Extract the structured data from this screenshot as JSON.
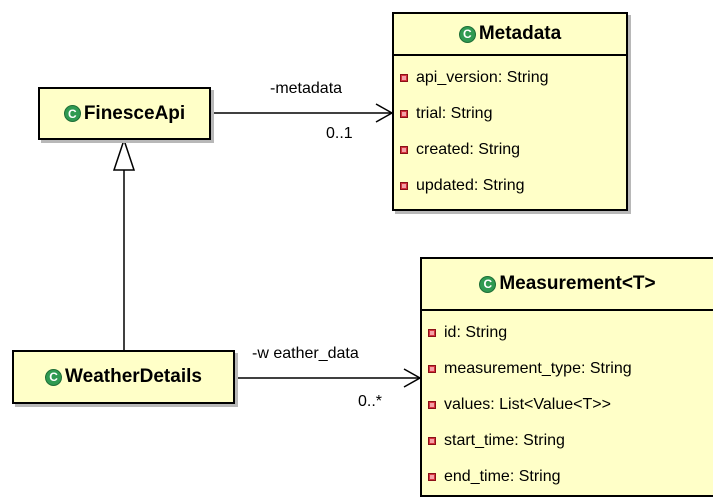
{
  "classes": {
    "finesce_api": {
      "name": "FinesceApi",
      "badge": "C"
    },
    "weather_details": {
      "name": "WeatherDetails",
      "badge": "C"
    },
    "metadata": {
      "name": "Metadata",
      "badge": "C",
      "attributes": [
        "api_version: String",
        "trial: String",
        "created: String",
        "updated: String"
      ]
    },
    "measurement": {
      "name": "Measurement<T>",
      "badge": "C",
      "attributes": [
        "id: String",
        "measurement_type: String",
        "values: List<Value<T>>",
        "start_time: String",
        "end_time: String"
      ]
    }
  },
  "associations": {
    "metadata": {
      "role": "-metadata",
      "multiplicity": "0..1"
    },
    "weather_data": {
      "role": "-w eather_data",
      "multiplicity": "0..*"
    }
  },
  "colors": {
    "class_fill": "#ffffc8",
    "badge": "#2f9a52",
    "private_icon": "#d5323c"
  }
}
